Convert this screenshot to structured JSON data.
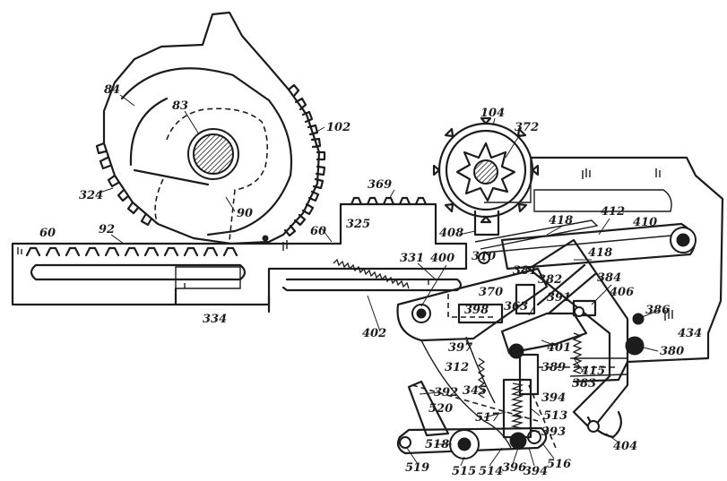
{
  "figure": {
    "background_color": "#ffffff",
    "ink_color": "#1c1c1c",
    "reference_numerals": [
      {
        "id": "n84",
        "text": "84"
      },
      {
        "id": "n83",
        "text": "83"
      },
      {
        "id": "n102",
        "text": "102"
      },
      {
        "id": "n324",
        "text": "324"
      },
      {
        "id": "n92",
        "text": "92"
      },
      {
        "id": "n90",
        "text": "90"
      },
      {
        "id": "n60a",
        "text": "60"
      },
      {
        "id": "n60b",
        "text": "60"
      },
      {
        "id": "n104",
        "text": "104"
      },
      {
        "id": "n372",
        "text": "372"
      },
      {
        "id": "n369",
        "text": "369"
      },
      {
        "id": "n325",
        "text": "325"
      },
      {
        "id": "n408",
        "text": "408"
      },
      {
        "id": "n418a",
        "text": "418"
      },
      {
        "id": "n412",
        "text": "412"
      },
      {
        "id": "n410",
        "text": "410"
      },
      {
        "id": "n418b",
        "text": "418"
      },
      {
        "id": "n331",
        "text": "331"
      },
      {
        "id": "n400",
        "text": "400"
      },
      {
        "id": "n310",
        "text": "310"
      },
      {
        "id": "n381",
        "text": "381"
      },
      {
        "id": "n382",
        "text": "382"
      },
      {
        "id": "n384",
        "text": "384"
      },
      {
        "id": "n370",
        "text": "370"
      },
      {
        "id": "n406",
        "text": "406"
      },
      {
        "id": "n334",
        "text": "334"
      },
      {
        "id": "n402",
        "text": "402"
      },
      {
        "id": "n398",
        "text": "398"
      },
      {
        "id": "n363",
        "text": "363"
      },
      {
        "id": "n391",
        "text": "391"
      },
      {
        "id": "n386",
        "text": "386"
      },
      {
        "id": "n434",
        "text": "434"
      },
      {
        "id": "n401",
        "text": "401"
      },
      {
        "id": "n380",
        "text": "380"
      },
      {
        "id": "n397",
        "text": "397"
      },
      {
        "id": "n312",
        "text": "312"
      },
      {
        "id": "n389",
        "text": "389"
      },
      {
        "id": "n415",
        "text": "415"
      },
      {
        "id": "n383",
        "text": "383"
      },
      {
        "id": "n345",
        "text": "345"
      },
      {
        "id": "n394a",
        "text": "394"
      },
      {
        "id": "n392",
        "text": "392"
      },
      {
        "id": "n520",
        "text": "520"
      },
      {
        "id": "n517",
        "text": "517"
      },
      {
        "id": "n513",
        "text": "513"
      },
      {
        "id": "n393",
        "text": "393"
      },
      {
        "id": "n518",
        "text": "518"
      },
      {
        "id": "n519",
        "text": "519"
      },
      {
        "id": "n515",
        "text": "515"
      },
      {
        "id": "n514",
        "text": "514"
      },
      {
        "id": "n396",
        "text": "396"
      },
      {
        "id": "n394b",
        "text": "394"
      },
      {
        "id": "n516",
        "text": "516"
      },
      {
        "id": "n404",
        "text": "404"
      }
    ]
  }
}
